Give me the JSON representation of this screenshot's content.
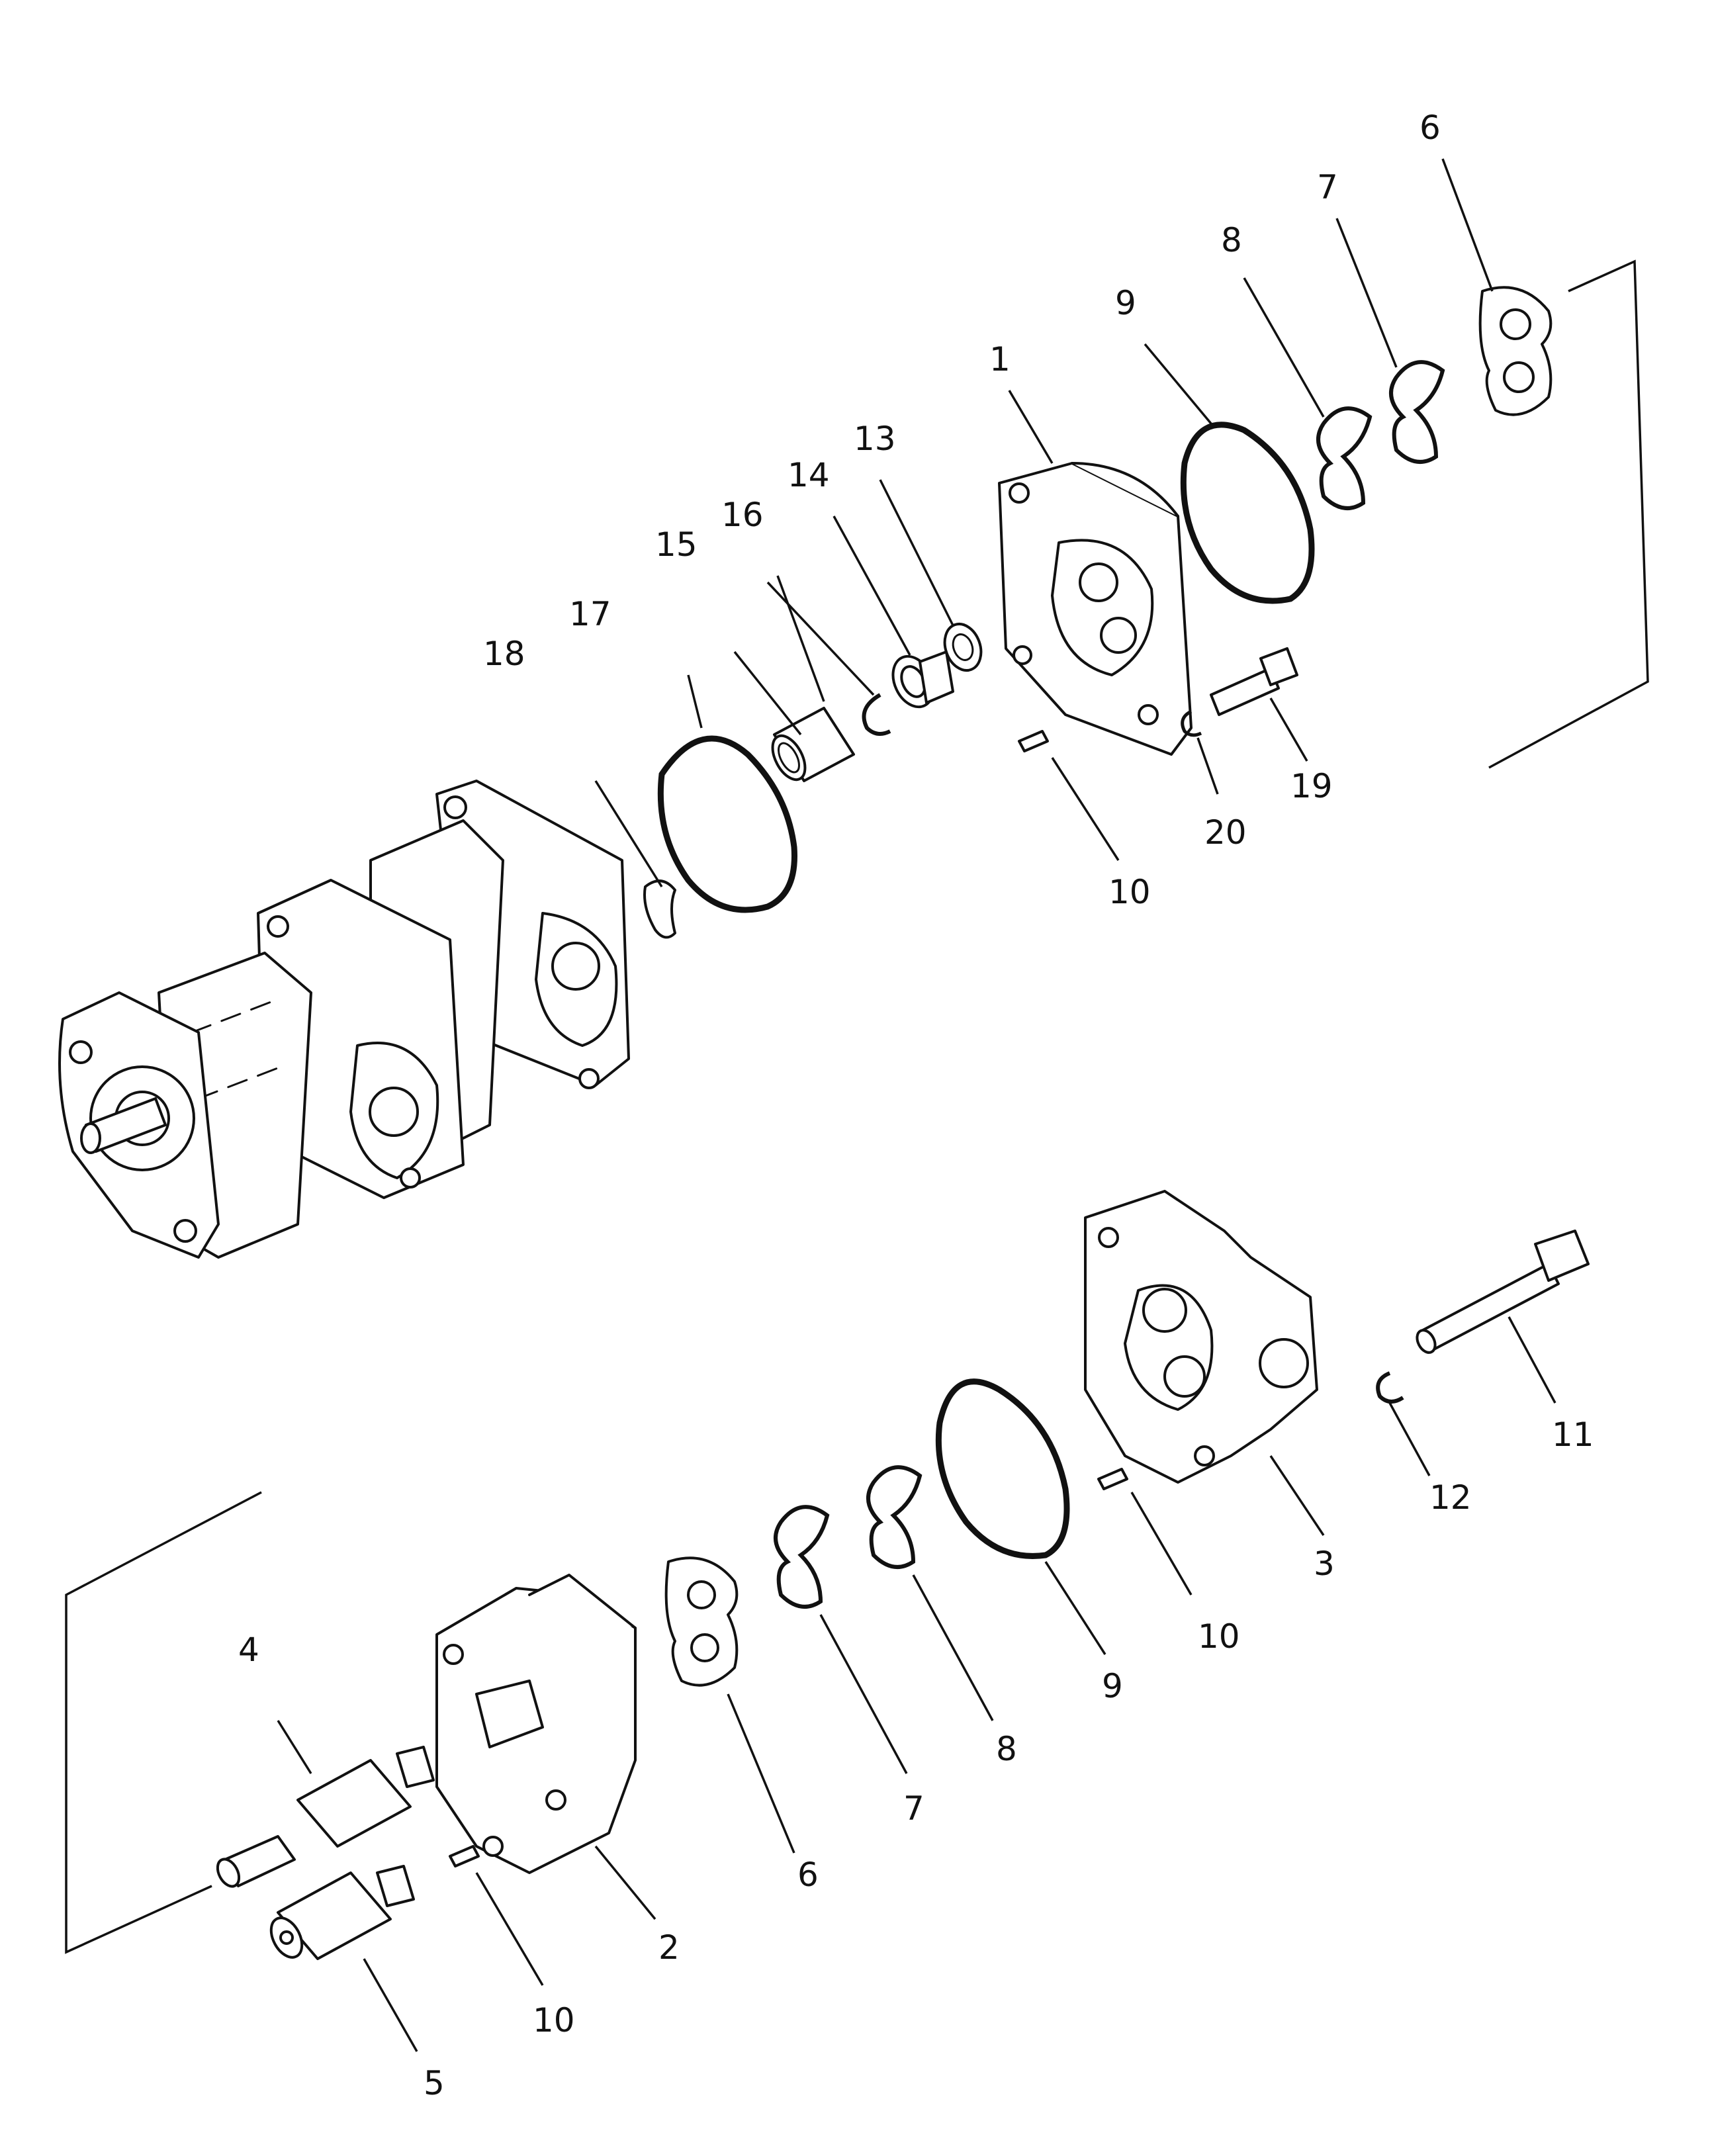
{
  "labels": {
    "p1": "1",
    "p2": "2",
    "p3": "3",
    "p4": "4",
    "p5": "5",
    "p6a": "6",
    "p6b": "6",
    "p7a": "7",
    "p7b": "7",
    "p8a": "8",
    "p8b": "8",
    "p9a": "9",
    "p9b": "9",
    "p10a": "10",
    "p10b": "10",
    "p10c": "10",
    "p11": "11",
    "p12": "12",
    "p13": "13",
    "p14": "14",
    "p15": "15",
    "p16": "16",
    "p17": "17",
    "p18": "18",
    "p19": "19",
    "p20": "20"
  },
  "colors": {
    "ink": "#111111",
    "paper": "#ffffff"
  }
}
